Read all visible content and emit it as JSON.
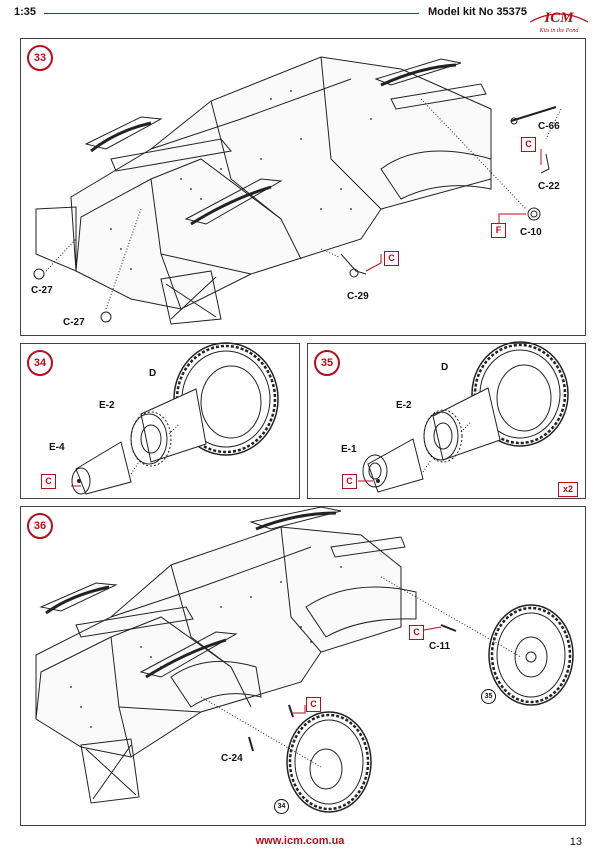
{
  "header": {
    "scale": "1:35",
    "model_kit": "Model kit No 35375",
    "logo_text": "ICM",
    "logo_tagline": "Kits in the Pond"
  },
  "steps": [
    {
      "number": "33",
      "part_labels": [
        "C-66",
        "C-22",
        "C-10",
        "C-27",
        "C-27",
        "C-29"
      ],
      "material_codes": [
        "C",
        "F",
        "C"
      ]
    },
    {
      "number": "34",
      "part_labels": [
        "D",
        "E-2",
        "E-4"
      ],
      "material_codes": [
        "C"
      ]
    },
    {
      "number": "35",
      "part_labels": [
        "D",
        "E-2",
        "E-1"
      ],
      "material_codes": [
        "C"
      ],
      "multiplier": "x2"
    },
    {
      "number": "36",
      "part_labels": [
        "C-11",
        "C-24"
      ],
      "material_codes": [
        "C",
        "C"
      ],
      "sub_refs": [
        "35",
        "34"
      ]
    }
  ],
  "footer": {
    "url": "www.icm.com.ua",
    "page_number": "13"
  },
  "colors": {
    "accent": "#b40f1a",
    "line": "#222222"
  }
}
